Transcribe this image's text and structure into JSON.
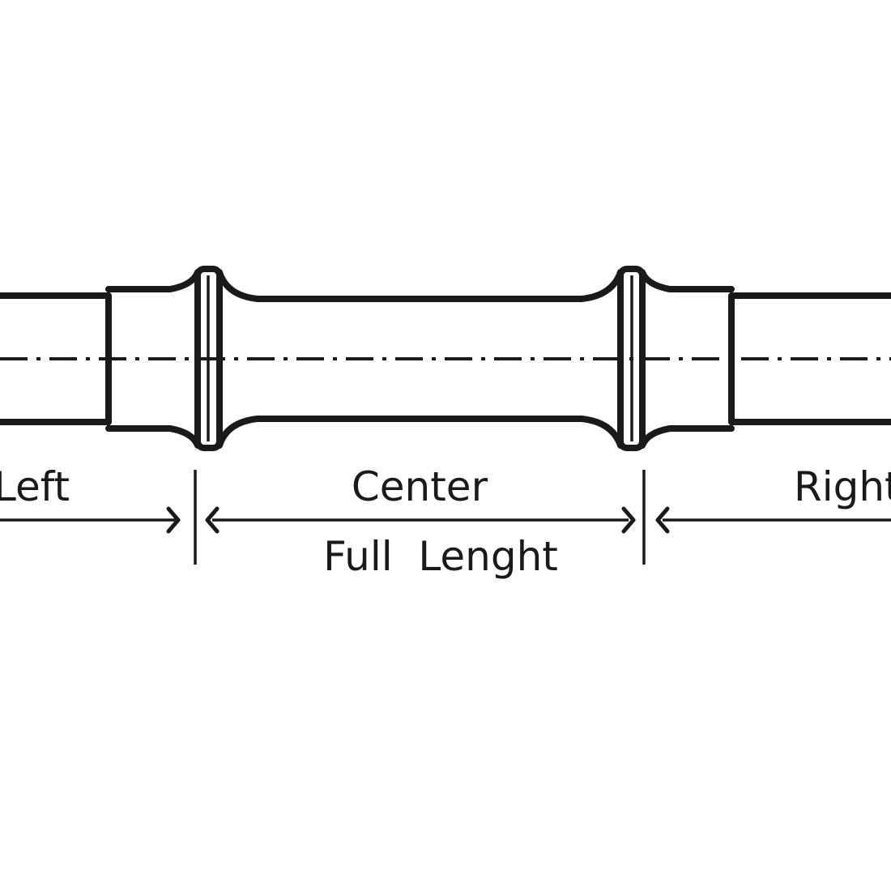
{
  "diagram": {
    "labels": {
      "left": "Left",
      "center": "Center",
      "right": "Right",
      "full_length": "Full  Lenght"
    },
    "colors": {
      "line": "#1a1a1a",
      "background": "#ffffff"
    }
  }
}
